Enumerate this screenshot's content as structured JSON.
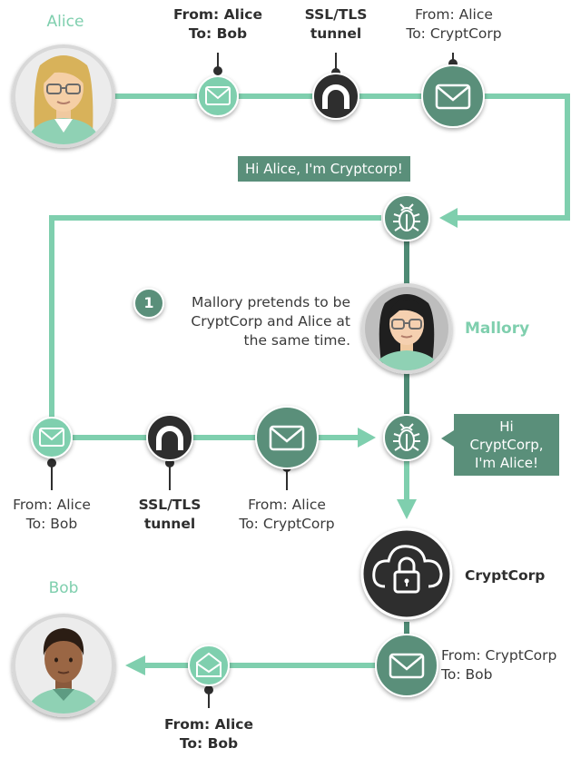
{
  "alice": {
    "name": "Alice"
  },
  "bob": {
    "name": "Bob"
  },
  "mallory": {
    "name": "Mallory"
  },
  "cryptcorp": {
    "name": "CryptCorp"
  },
  "top_row": {
    "label1_line1": "From: Alice",
    "label1_line2": "To: Bob",
    "tunnel_line1": "SSL/TLS",
    "tunnel_line2": "tunnel",
    "label3_line1": "From: Alice",
    "label3_line2": "To: CryptCorp"
  },
  "bubble_top": "Hi Alice, I'm Cryptcorp!",
  "note": {
    "number": "1",
    "line1": "Mallory pretends to be",
    "line2": "CryptCorp and Alice at",
    "line3": "the same time."
  },
  "middle_row": {
    "label1_line1": "From: Alice",
    "label1_line2": "To: Bob",
    "tunnel_line1": "SSL/TLS",
    "tunnel_line2": "tunnel",
    "label3_line1": "From: Alice",
    "label3_line2": "To: CryptCorp"
  },
  "bubble_middle": {
    "line1": "Hi CryptCorp,",
    "line2": "I'm Alice!"
  },
  "bottom_row": {
    "cryptcorp_line1": "From: CryptCorp",
    "cryptcorp_line2": "To: Bob",
    "bob_line1": "From: Alice",
    "bob_line2": "To: Bob"
  },
  "colors": {
    "line_light": "#7fcfae",
    "line_dark": "#4e8a74",
    "node_light": "#7fcfae",
    "node_dark": "#5a8f7a",
    "node_black": "#2f2f2f"
  }
}
